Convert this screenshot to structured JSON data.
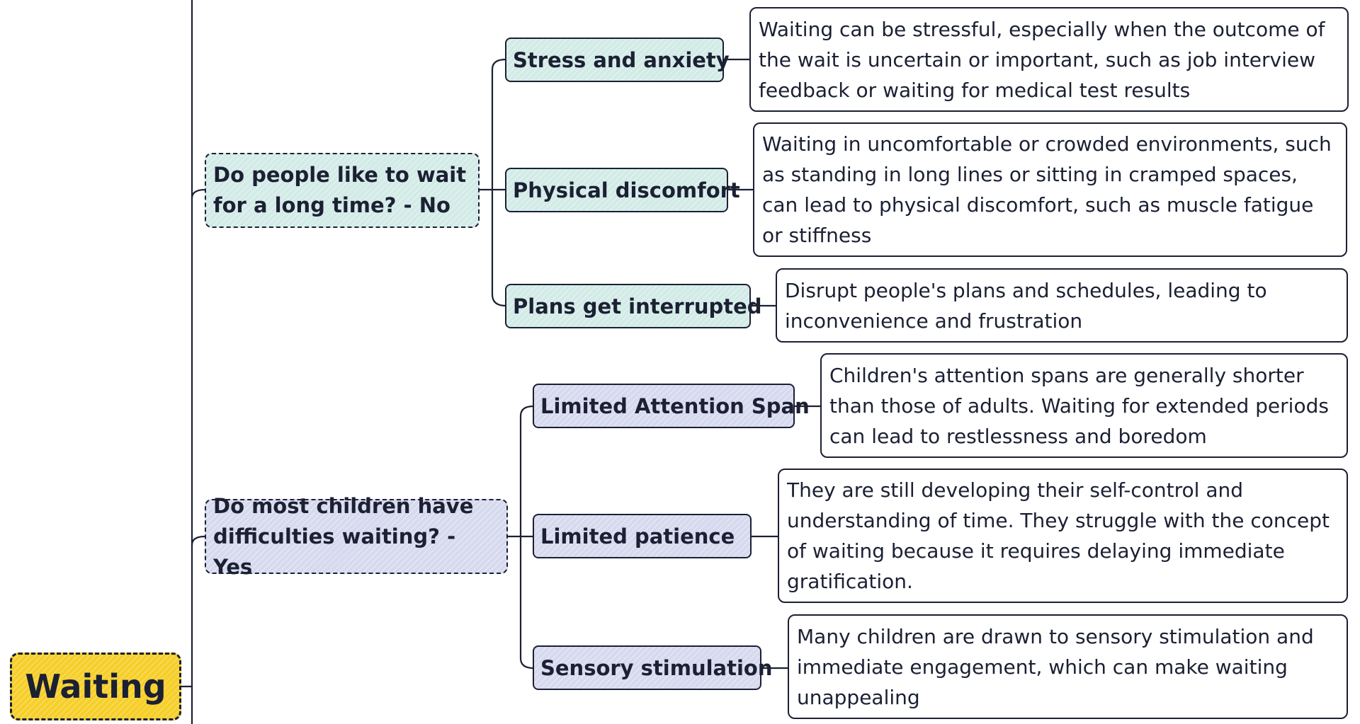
{
  "root": {
    "label": "Waiting"
  },
  "branches": [
    {
      "question": "Do people like to wait for a long time? - No",
      "topics": [
        {
          "label": "Stress and anxiety",
          "detail": "Waiting can be stressful, especially when the outcome of the wait is uncertain or important, such as job interview feedback or waiting for medical test results"
        },
        {
          "label": "Physical discomfort",
          "detail": "Waiting in uncomfortable or crowded environments, such as standing in long lines or sitting in cramped spaces, can lead to physical discomfort, such as muscle fatigue or stiffness"
        },
        {
          "label": "Plans get interrupted",
          "detail": "Disrupt people's plans and schedules, leading to inconvenience and frustration"
        }
      ]
    },
    {
      "question": "Do most children have difficulties waiting? - Yes",
      "topics": [
        {
          "label": "Limited Attention Span",
          "detail": "Children's attention spans are generally shorter than those of adults. Waiting for extended periods can lead to restlessness and boredom"
        },
        {
          "label": "Limited patience",
          "detail": "They are still developing their self-control and understanding of time. They struggle with the concept of waiting because it requires delaying immediate gratification."
        },
        {
          "label": "Sensory stimulation",
          "detail": "Many children are drawn to sensory stimulation and immediate engagement, which can make waiting unappealing"
        }
      ]
    }
  ],
  "colors": {
    "root_fill": "#f6cf2b",
    "branch1_fill": "#d3ebe7",
    "branch2_fill": "#d7daee",
    "outline": "#1b2033"
  }
}
